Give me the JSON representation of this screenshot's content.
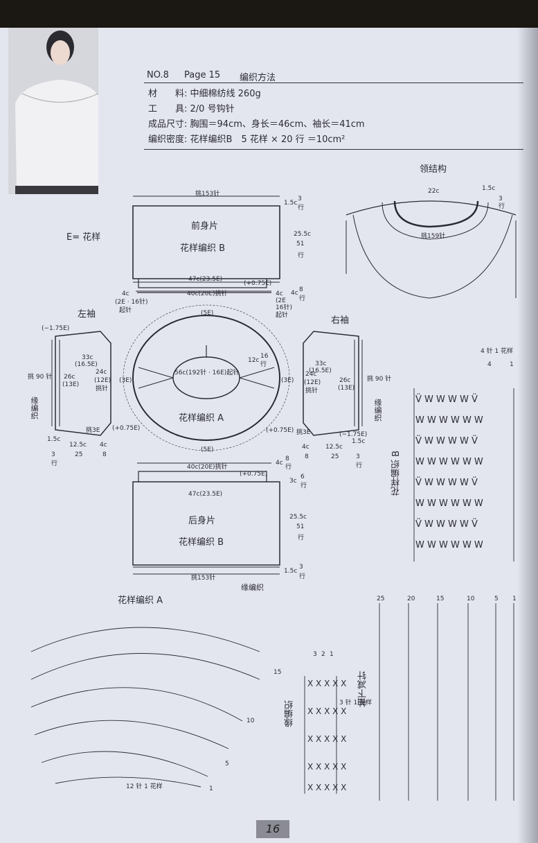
{
  "header": {
    "no": "NO.8",
    "page": "Page 15",
    "title": "编织方法",
    "material_label": "材　　料:",
    "material_value": "中细棉纺线 260g",
    "tool_label": "工　　具:",
    "tool_value": "2/0 号钩针",
    "size_label": "成品尺寸:",
    "size_value": "胸围＝94cm、身长＝46cm、袖长＝41cm",
    "gauge_label": "编织密度:",
    "gauge_value": "花样编织B　5 花样 × 20 行 ＝10cm²"
  },
  "legend": {
    "e_label": "E= 花样"
  },
  "neck": {
    "title": "领结构",
    "width": "22c",
    "height": "1.5c",
    "rows": "3",
    "row_unit": "行",
    "pick": "挑159针"
  },
  "front": {
    "name": "前身片",
    "pattern": "花样编织 B",
    "pick_top": "挑153针",
    "w47": "47c(23.5E)",
    "w40": "40c(20E)挑针",
    "inc": "(+0.75E)",
    "h15": "1.5c",
    "h15_rows": "3",
    "h25": "25.5c",
    "h25_rows": "51",
    "h4": "4c",
    "h4_rows": "8",
    "row_unit": "行",
    "side_left": "4c",
    "side_left2": "(2E · 16针)",
    "side_left3": "起针",
    "side_right": "4c",
    "side_right2": "(2E",
    "side_right3": "16针)",
    "side_right4": "起针"
  },
  "yoke": {
    "pattern": "花样编织 A",
    "inner": "56c(192针 · 16E)起针",
    "h12": "12c",
    "h12_rows": "16",
    "row_unit": "行",
    "e5_top": "(5E)",
    "e5_bottom": "(5E)",
    "e3_left": "(3E)",
    "e3_right": "(3E)"
  },
  "left_sleeve": {
    "title": "左袖",
    "dec": "(−1.75E)",
    "w33": "33c",
    "w33b": "(16.5E)",
    "w26": "26c",
    "w26b": "(13E)",
    "w24": "24c",
    "w24b": "(12E)",
    "pick": "挑针",
    "pick90": "挑 90 针",
    "edge": "缘编织",
    "pick3e": "挑3E",
    "inc": "(+0.75E)",
    "b15": "1.5c",
    "b125": "12.5c",
    "b4": "4c",
    "r3": "3",
    "r25": "25",
    "r8": "8",
    "row_unit": "行"
  },
  "right_sleeve": {
    "title": "右袖",
    "dec": "(−1.75E)",
    "w33": "33c",
    "w33b": "(16.5E)",
    "w26": "26c",
    "w26b": "(13E)",
    "w24": "24c",
    "w24b": "(12E)",
    "pick": "挑针",
    "pick90": "挑 90 针",
    "edge": "缘编织",
    "pick3e": "挑3E",
    "inc": "(+0.75E)",
    "b15": "1.5c",
    "b125": "12.5c",
    "b4": "4c",
    "r3": "3",
    "r25": "25",
    "r8": "8",
    "row_unit": "行"
  },
  "back": {
    "name": "后身片",
    "pattern": "花样编织 B",
    "pick_bottom": "挑153针",
    "edge": "缘编织",
    "w40": "40c(20E)挑针",
    "w47": "47c(23.5E)",
    "inc": "(+0.75E)",
    "h4": "4c",
    "h4_rows": "8",
    "h3": "3c",
    "h3_rows": "6",
    "h25": "25.5c",
    "h25_rows": "51",
    "h15": "1.5c",
    "h15_rows": "3",
    "row_unit": "行"
  },
  "charts": {
    "pattern_b_title": "花样编织 B",
    "pattern_b_repeat": "4 针 1 花样",
    "pattern_b_rows": [
      "4",
      "1"
    ],
    "pattern_a_title": "花样编织 A",
    "pattern_a_repeat": "12 针 1 花样",
    "pattern_a_rows": [
      "15",
      "10",
      "5",
      "1"
    ],
    "edge_title": "缘编织",
    "edge_repeat": "3 针 1 花样",
    "edge_rows": [
      "3",
      "2",
      "1"
    ],
    "sleeve_title": "袖下减针",
    "sleeve_rows": [
      "25",
      "20",
      "15",
      "10",
      "5",
      "1"
    ]
  },
  "footer": {
    "page_number": "16"
  }
}
